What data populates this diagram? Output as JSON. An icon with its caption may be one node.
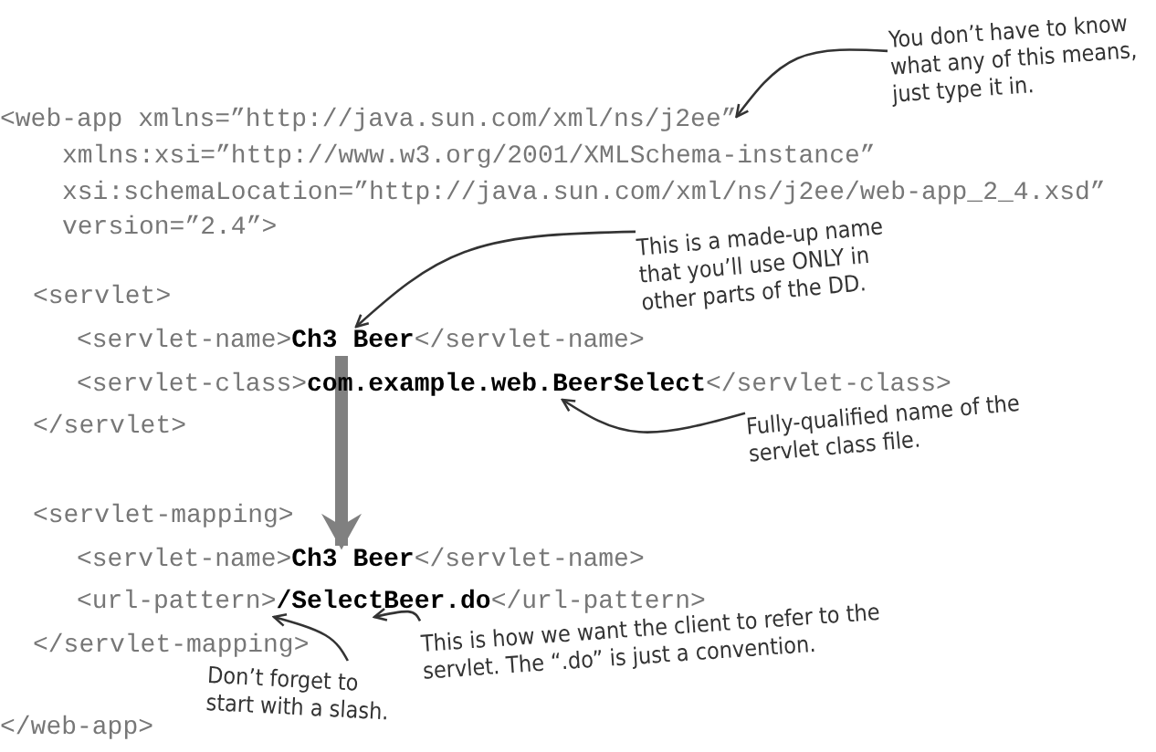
{
  "diagram": {
    "nodes": [
      {
        "text": [
          "You don’t have to know what any of this means, just type it in."
        ]
      },
      {
        "text": [
          "<web-app xmlns=”http://java.sun.com/xml/ns/j2ee”"
        ]
      },
      {
        "text": [
          "This is a made-up name that you’ll use ONLY in other parts of the DD."
        ]
      },
      {
        "text": [
          "<servlet-name>**Ch3 Beer**</servlet-name>"
        ]
      },
      {
        "text": [
          "<servlet-class>**com.example.web.BeerSelect**</servlet-class>"
        ]
      },
      {
        "text": [
          "Fully-qualified name of the servlet class file."
        ]
      },
      {
        "text": [
          "<servlet-name>**Ch3 Beer**</servlet-name>"
        ]
      },
      {
        "text": [
          "<url-pattern>**/SelectBeer.do**</url-pattern>"
        ]
      },
      {
        "text": [
          "Don’t forget to start with a slash."
        ]
      },
      {
        "text": [
          "This is how we want the client to refer to the servlet. The “.do” is just a convention."
        ]
      }
    ],
    "edges": [
      {
        "from": 0,
        "to": 1,
        "arrow": "to"
      },
      {
        "from": 2,
        "to": 3,
        "arrow": "to"
      },
      {
        "from": 5,
        "to": 4,
        "arrow": "to"
      },
      {
        "from": 3,
        "to": 6,
        "arrow": "to",
        "style": "thick",
        "color": "#808080"
      },
      {
        "from": 8,
        "to": 7,
        "arrow": "to"
      },
      {
        "from": 9,
        "to": 7,
        "arrow": "to"
      }
    ],
    "labels": [
      "xmlns:xsi=”http://www.w3.org/2001/XMLSchema-instance”",
      "xsi:schemaLocation=”http://java.sun.com/xml/ns/j2ee/web-app_2_4.xsd”",
      "version=”2.4”>",
      "<servlet>",
      "</servlet>",
      "<servlet-mapping>",
      "</servlet-mapping>",
      "</web-app>"
    ]
  }
}
